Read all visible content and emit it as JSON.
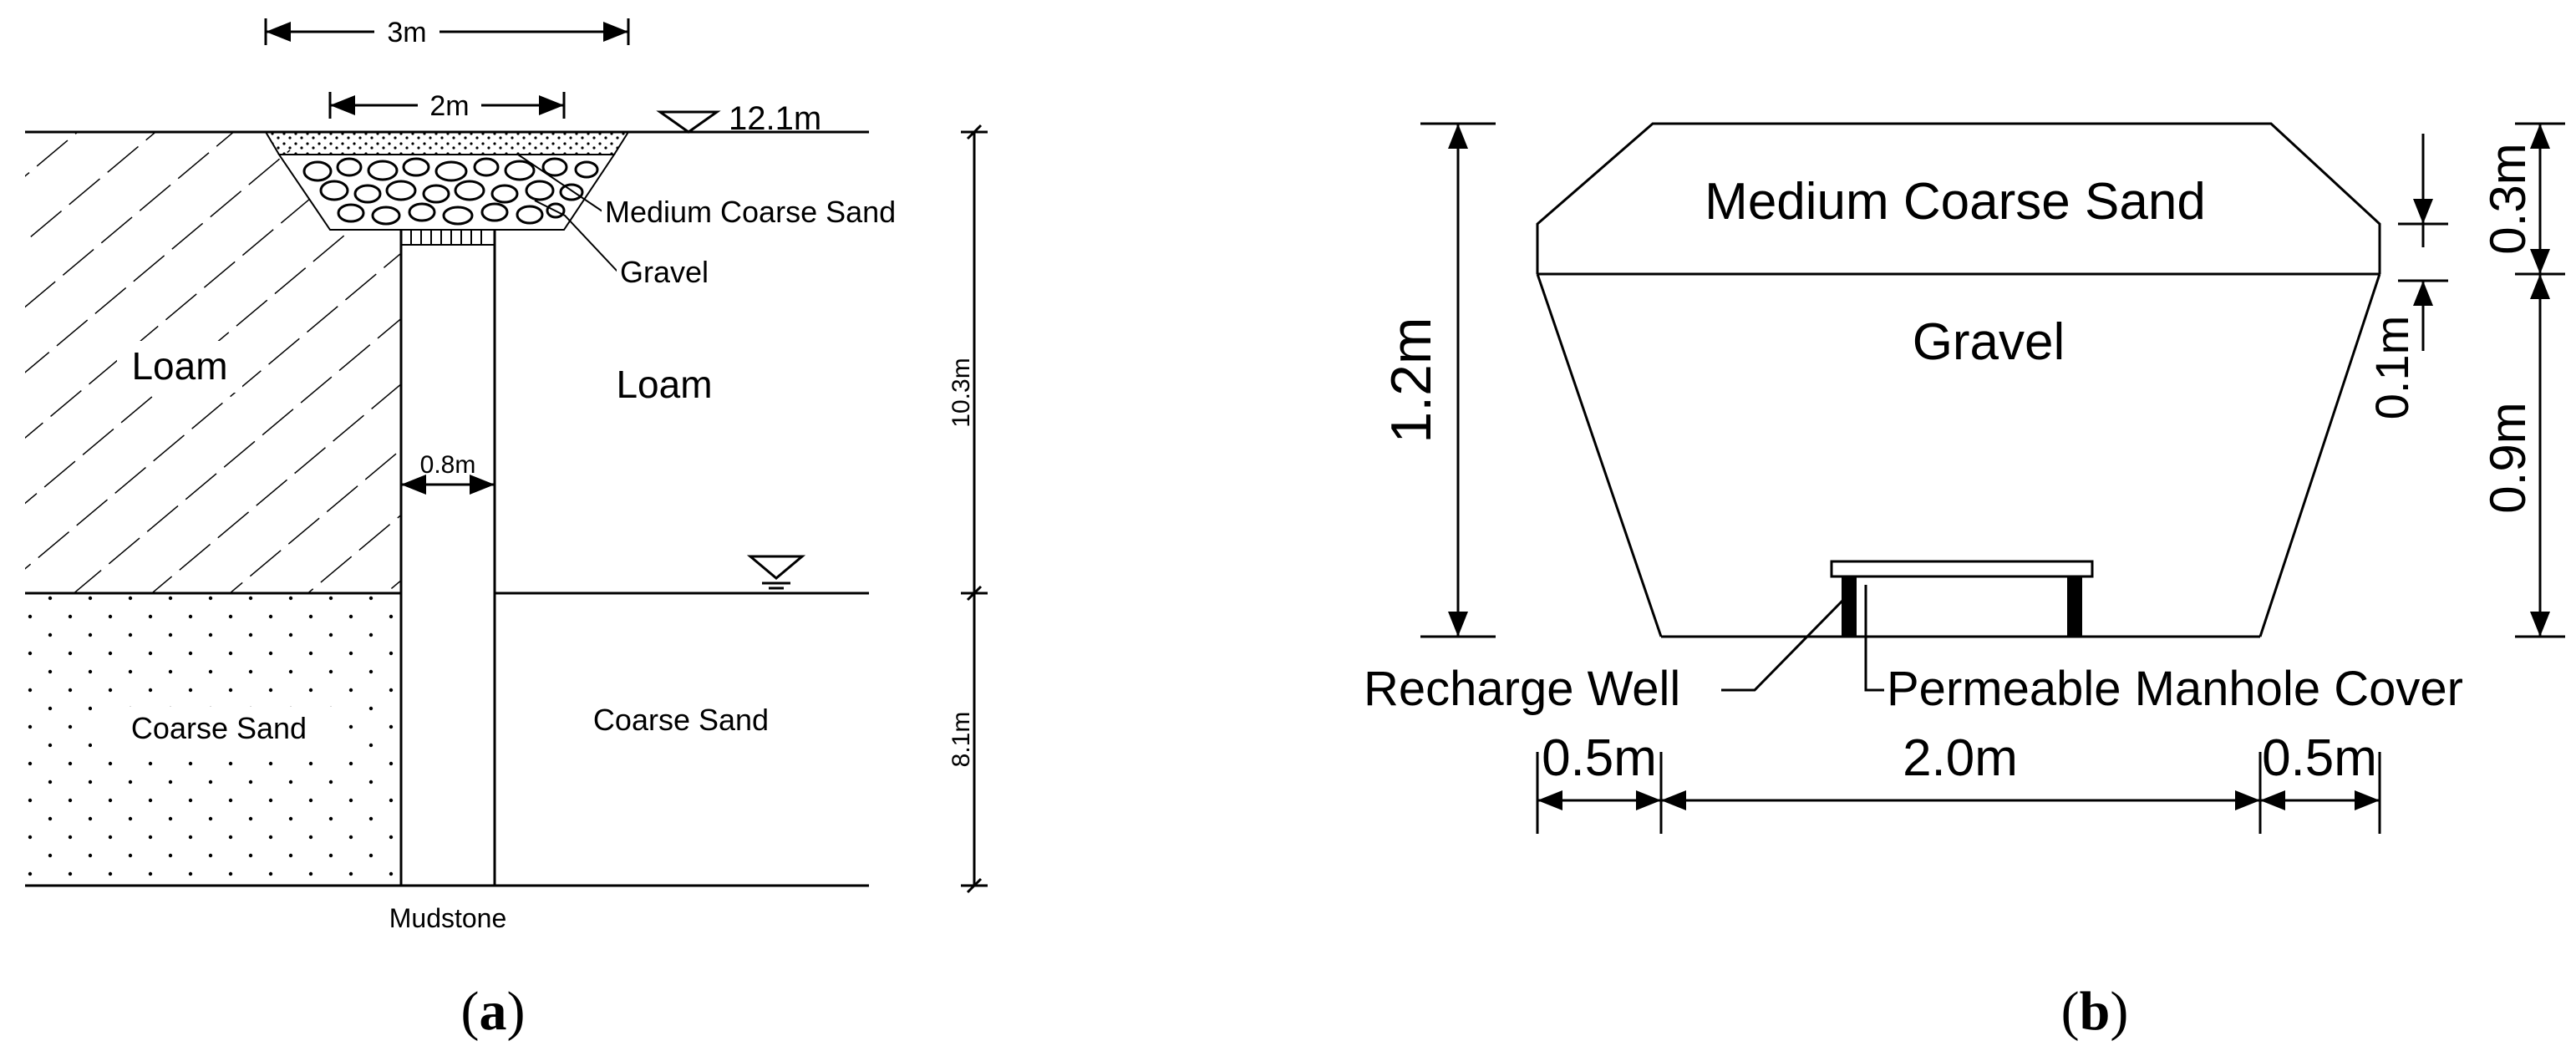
{
  "panel_a": {
    "top_width_label": "3m",
    "bottom_width_label": "2m",
    "surface_elevation_label": "12.1m",
    "well_diameter_label": "0.8m",
    "upper_depth_label": "10.3m",
    "lower_depth_label": "8.1m",
    "medium_coarse_sand_label": "Medium Coarse Sand",
    "gravel_label": "Gravel",
    "loam_left_label": "Loam",
    "loam_right_label": "Loam",
    "coarse_sand_left_label": "Coarse Sand",
    "coarse_sand_right_label": "Coarse Sand",
    "mudstone_label": "Mudstone",
    "caption_open": "(",
    "caption_letter": "a",
    "caption_close": ")"
  },
  "panel_b": {
    "medium_coarse_sand_label": "Medium Coarse Sand",
    "gravel_label": "Gravel",
    "total_height_label": "1.2m",
    "sand_thickness_label": "0.3m",
    "gravel_thickness_label": "0.9m",
    "gap_label": "0.1m",
    "recharge_well_label": "Recharge Well",
    "manhole_cover_label": "Permeable Manhole Cover",
    "left_offset_label": "0.5m",
    "center_width_label": "2.0m",
    "right_offset_label": "0.5m",
    "caption_open": "(",
    "caption_letter": "b",
    "caption_close": ")"
  }
}
